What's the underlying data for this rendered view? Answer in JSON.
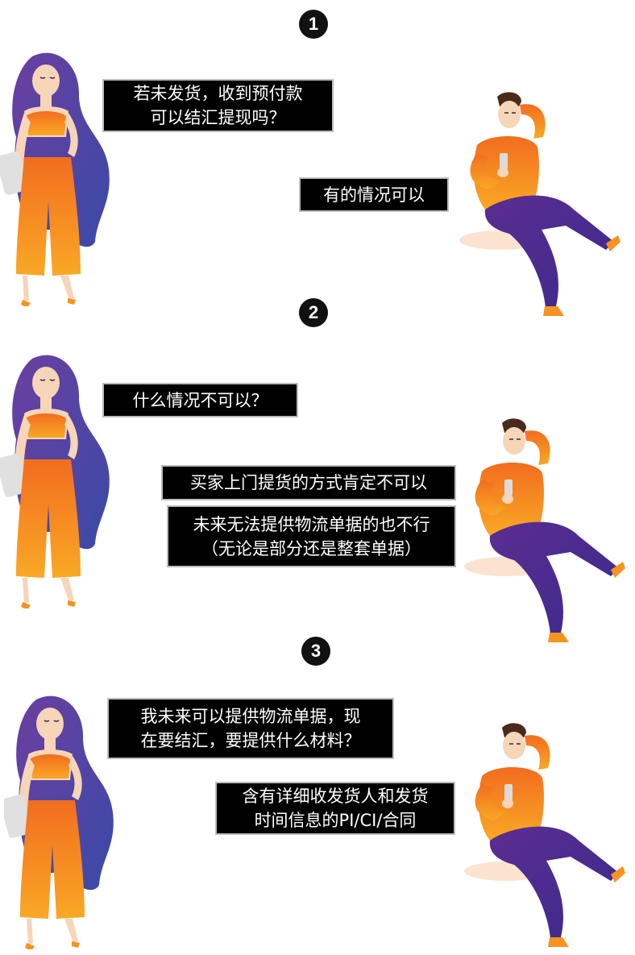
{
  "sections": [
    {
      "number": "1",
      "question": [
        "若未发货，收到预付款",
        "可以结汇提现吗？"
      ],
      "answers": [
        [
          "有的情况可以"
        ]
      ]
    },
    {
      "number": "2",
      "question": [
        "什么情况不可以？"
      ],
      "answers": [
        [
          "买家上门提货的方式肯定不可以"
        ],
        [
          "未来无法提供物流单据的也不行",
          "（无论是部分还是整套单据）"
        ]
      ]
    },
    {
      "number": "3",
      "question": [
        "我未来可以提供物流单据，现",
        "在要结汇，要提供什么材料？"
      ],
      "answers": [
        [
          "含有详细收发货人和发货",
          "时间信息的PI/CI/合同"
        ]
      ]
    }
  ],
  "colors": {
    "hair": "#4a3a9a",
    "skin": "#f6d5b8",
    "orange": "#f7931e",
    "purple": "#4b2c91",
    "bubble": "#000000",
    "badge": "#111111"
  }
}
